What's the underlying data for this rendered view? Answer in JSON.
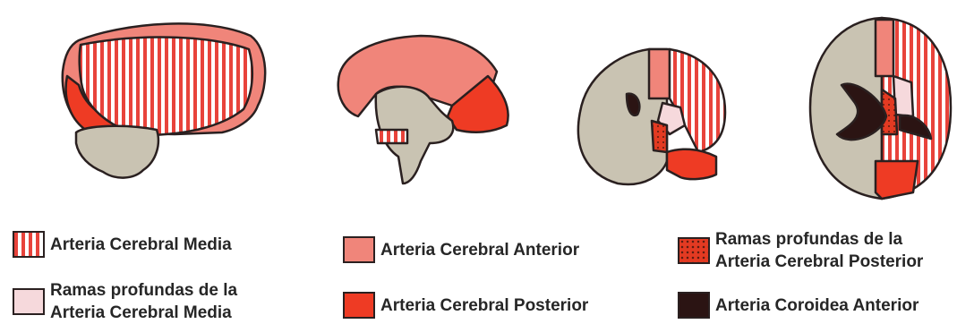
{
  "colors": {
    "cerebral_media": "#e8433b",
    "ramas_profundas_media": "#f6d9dc",
    "cerebral_anterior": "#f0857a",
    "cerebral_posterior": "#ee3b24",
    "ramas_profundas_posterior": "#e33a22",
    "coroidea_anterior": "#2b1413",
    "brain_gray": "#c9c3b2",
    "outline": "#2a2020"
  },
  "legend": [
    {
      "key": "cerebral_media",
      "label": "Arteria Cerebral Media",
      "pattern": "vertical-stripes"
    },
    {
      "key": "ramas_profundas_media",
      "label_line1": "Ramas profundas de la",
      "label_line2": "Arteria Cerebral Media",
      "pattern": "solid"
    },
    {
      "key": "cerebral_anterior",
      "label": "Arteria Cerebral Anterior",
      "pattern": "solid"
    },
    {
      "key": "cerebral_posterior",
      "label": "Arteria Cerebral Posterior",
      "pattern": "solid"
    },
    {
      "key": "ramas_profundas_posterior",
      "label_line1": "Ramas profundas de la",
      "label_line2": "Arteria Cerebral Posterior",
      "pattern": "dotted"
    },
    {
      "key": "coroidea_anterior",
      "label": "Arteria Coroidea Anterior",
      "pattern": "solid"
    }
  ]
}
